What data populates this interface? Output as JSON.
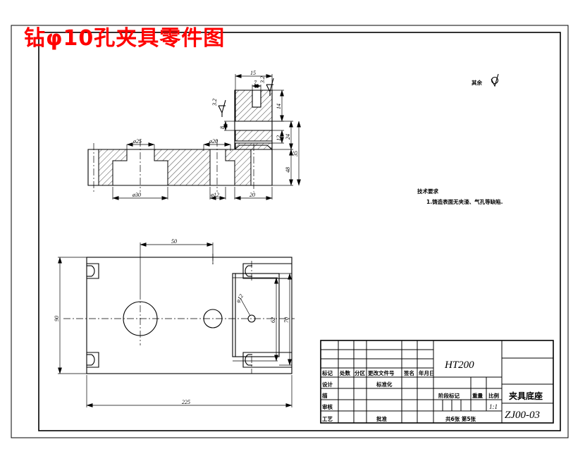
{
  "sheet": {
    "title_overlay": "钻φ10孔夹具零件图",
    "title_color": "#ff0000",
    "background": "#ffffff",
    "line_color": "#000000"
  },
  "notes": {
    "general_roughness_label": "其余",
    "general_roughness_value": "",
    "tech_req_heading": "技术要求",
    "tech_req_items": [
      "1.铸造表面无夹渣、气孔等缺陷."
    ]
  },
  "section_view": {
    "name": "front-section-view",
    "horizontal_dims": [
      "ø25",
      "ø30",
      "ø20",
      "ø12",
      "20",
      "15",
      "7"
    ],
    "vertical_dims": [
      "14",
      "8",
      "12",
      "24",
      "48",
      "35"
    ],
    "roughness_marks": [
      "3.2",
      "3.2"
    ]
  },
  "plan_view": {
    "name": "top-plan-view",
    "dims": [
      "50",
      "225",
      "90",
      "62",
      "70"
    ],
    "hole_callout": "φ12"
  },
  "title_block": {
    "change_header": [
      "标记",
      "处数",
      "分区",
      "更改文件号",
      "签名",
      "年月日"
    ],
    "role_rows": [
      {
        "role": "设计",
        "mid": "标准化"
      },
      {
        "role": "描",
        "mid": ""
      },
      {
        "role": "审核",
        "mid": ""
      },
      {
        "role": "工艺",
        "mid": "批准"
      }
    ],
    "material": "HT200",
    "stage_label": "阶段标记",
    "weight_label": "重量",
    "scale_label": "比例",
    "scale_value": "1:1",
    "sheet_count": "共6张 第5张",
    "part_name": "夹具底座",
    "drawing_number": "ZJ00-03"
  }
}
